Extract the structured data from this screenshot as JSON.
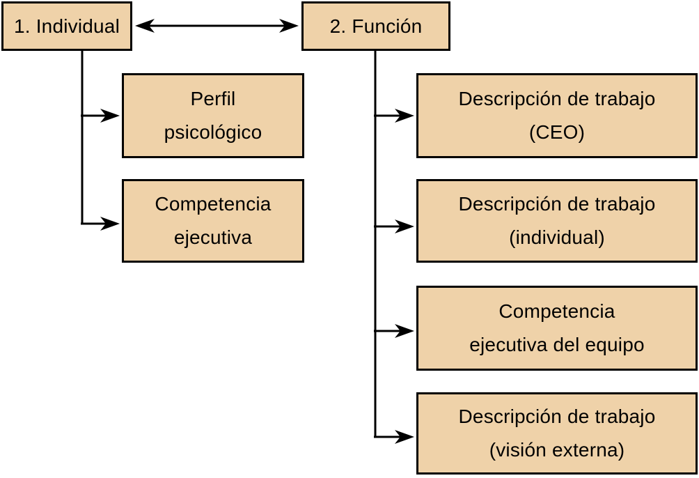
{
  "colors": {
    "box_fill": "#efd2a9",
    "box_border": "#000000",
    "connector": "#000000",
    "background": "#ffffff",
    "text": "#000000"
  },
  "nodes": {
    "individual": {
      "label": "1. Individual"
    },
    "funcion": {
      "label": "2. Función"
    },
    "perfil_psicologico": {
      "label": "Perfil\npsicológico"
    },
    "competencia_ejecutiva": {
      "label": "Competencia\nejecutiva"
    },
    "descripcion_trabajo_ceo": {
      "label": "Descripción de trabajo\n(CEO)"
    },
    "descripcion_trabajo_individual": {
      "label": "Descripción de trabajo\n(individual)"
    },
    "competencia_ejecutiva_equipo": {
      "label": "Competencia\nejecutiva del equipo"
    },
    "descripcion_trabajo_vision_externa": {
      "label": "Descripción de trabajo\n(visión externa)"
    }
  },
  "edges": [
    {
      "from": "individual",
      "to": "funcion",
      "style": "double-arrow"
    },
    {
      "from": "individual",
      "to": "perfil_psicologico",
      "style": "arrow"
    },
    {
      "from": "individual",
      "to": "competencia_ejecutiva",
      "style": "arrow"
    },
    {
      "from": "funcion",
      "to": "descripcion_trabajo_ceo",
      "style": "arrow"
    },
    {
      "from": "funcion",
      "to": "descripcion_trabajo_individual",
      "style": "arrow"
    },
    {
      "from": "funcion",
      "to": "competencia_ejecutiva_equipo",
      "style": "arrow"
    },
    {
      "from": "funcion",
      "to": "descripcion_trabajo_vision_externa",
      "style": "arrow"
    }
  ]
}
